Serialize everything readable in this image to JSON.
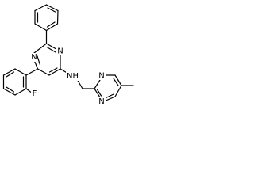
{
  "molecule": {
    "atoms": {
      "n_pyrimidine_top": "N",
      "n_pyrimidine_bottom": "N",
      "fluorine": "F",
      "amine": "NH",
      "n_right_ring_top": "N",
      "n_right_ring_bottom": "N"
    }
  },
  "colors": {
    "bond": "#000000",
    "background": "#ffffff"
  }
}
